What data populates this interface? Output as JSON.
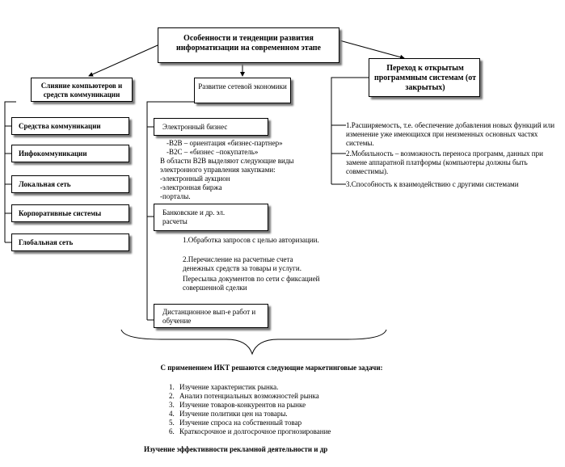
{
  "main": {
    "title": "Особенности и тенденции развития информатизации на современном этапе"
  },
  "branches": {
    "left": {
      "title": "Слияние компьютеров и средств коммуникации",
      "items": [
        "Средства коммуникации",
        "Инфокоммуникации",
        "Локальная сеть",
        "Корпоративные системы",
        "Глобальная сеть"
      ]
    },
    "center": {
      "title": "Развитие сетевой экономики",
      "ebiz": {
        "title": "Электронный бизнес",
        "lines": [
          "-B2B – ориентация «бизнес-партнер»",
          "-B2C – «бизнес –покупатель»",
          "В области B2B выделяют следующие виды",
          "электронного управления закупками:",
          "-электронный аукцион",
          "-электронная биржа",
          "-порталы."
        ]
      },
      "banking": {
        "title": "Банковские и др. эл. расчеты",
        "lines": [
          "1.Обработка запросов с целью авторизации.",
          "2.Перечисление на расчетные счета денежных средств за товары и услуги.",
          "Пересылка документов по сети с фиксацией совершенной сделки"
        ]
      },
      "distance": {
        "title": "Дистанционное вып-е работ и обучение"
      }
    },
    "right": {
      "title": "Переход к открытым программным системам (от закрытых)",
      "lines": [
        "1.Расширяемость, т.е. обеспечение добавления новых функций или изменение уже имеющихся при неизменных основных частях системы.",
        "2.Мобильность – возможность переноса программ, данных при замене аппаратной платформы (компьютеры должны быть совместимы).",
        "3.Способность к взаимодействию с другими системами"
      ]
    }
  },
  "summary": {
    "intro": "С применением ИКТ решаются следующие маркетинговые задачи:",
    "tasks": [
      "Изучение характеристик рынка.",
      "Анализ потенциальных возможностей рынка",
      "Изучение товаров-конкурентов на рынке",
      "Изучение политики цен на товары.",
      "Изучение спроса на собственный товар",
      "Краткосрочное и долгосрочное прогнозирование"
    ],
    "footer": "Изучение эффективности рекламной деятельности и др"
  }
}
